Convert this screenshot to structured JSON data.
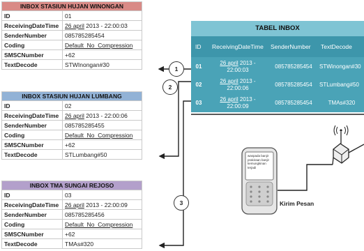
{
  "record_fields": [
    "ID",
    "ReceivingDateTime",
    "SenderNumber",
    "Coding",
    "SMSCNumber",
    "TextDecode"
  ],
  "records": [
    {
      "title": "INBOX STASIUN HUJAN WINONGAN",
      "header_color": "#d98a86",
      "id": "01",
      "date_word": "26 april",
      "date_rest": " 2013 - 22:00:03",
      "sender": "085785285454",
      "coding": "Default_No_Compression",
      "smsc": "+62",
      "text": "STWInongan#30"
    },
    {
      "title": "INBOX STASIUN HUJAN LUMBANG",
      "header_color": "#92b2d6",
      "id": "02",
      "date_word": "26 april",
      "date_rest": " 2013 - 22:00:06",
      "sender": "085785285455",
      "coding": "Default_No_Compression",
      "smsc": "+62",
      "text": "STLumbang#50"
    },
    {
      "title": "INBOX TMA SUNGAI REJOSO",
      "header_color": "#b3a0cb",
      "id": "03",
      "date_word": "26 april",
      "date_rest": " 2013 - 22:00:09",
      "sender": "085785285456",
      "coding": "Default_No_Compression",
      "smsc": "+62",
      "text": "TMAs#320"
    }
  ],
  "inbox_table": {
    "title": "TABEL INBOX",
    "columns": [
      "ID",
      "ReceivingDateTime",
      "SenderNumber",
      "TextDecode"
    ],
    "rows": [
      {
        "id": "01",
        "date_word": "26 april",
        "date_rest1": " 2013 -",
        "date_rest2": "22:00:03",
        "sender": "085785285454",
        "text": "STWinongan#30"
      },
      {
        "id": "02",
        "date_word": "26 april",
        "date_rest1": " 2013 -",
        "date_rest2": "22:00:06",
        "sender": "085785285454",
        "text": "STLumbang#50"
      },
      {
        "id": "03",
        "date_word": "26 april",
        "date_rest1": " 2013 -",
        "date_rest2": "22:00:09",
        "sender": "085785285454",
        "text": "TMAs#320"
      }
    ]
  },
  "step_numbers": [
    "1",
    "2",
    "3"
  ],
  "phone_screen_text": "waspada banjir prakiraan banjir kemungkinan terjadi",
  "send_label": "Kirim Pesan",
  "colors": {
    "inbox_title": "#7fc4d4",
    "inbox_body": "#4aa3b7",
    "inbox_header": "#3d96ab"
  }
}
